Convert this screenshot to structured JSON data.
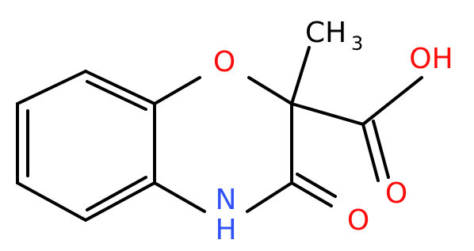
{
  "structure": {
    "colors": {
      "bond": "#000000",
      "oxygen": "#ff0d0d",
      "nitrogen": "#3050f8",
      "carbon_label": "#000000"
    },
    "labels": {
      "ring_oxygen": "O",
      "amide_nitrogen": "N",
      "amide_hydrogen": "H",
      "methyl_c": "CH",
      "methyl_sub": "3",
      "hydroxyl": "OH",
      "acid_carbonyl_o": "O",
      "amide_carbonyl_o": "O"
    }
  }
}
